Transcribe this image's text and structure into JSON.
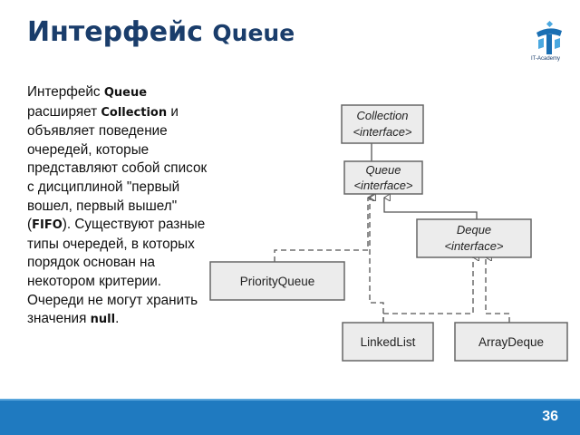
{
  "slide": {
    "title_prefix": "Интерфейс",
    "title_code": "Queue",
    "page_number": "36"
  },
  "logo": {
    "text": "IT-Academy",
    "icon": "it-academy-logo-icon"
  },
  "description": {
    "t1": "Интерфейс ",
    "c1": "Queue",
    "t2": " расширяет ",
    "c2": "Collection",
    "t3": " и объявляет поведение очередей, которые представляют собой список с дисциплиной \"первый вошел, первый вышел\" (",
    "c3": "FIFO",
    "t4": "). Существуют разные типы очередей, в которых порядок основан на некотором критерии. Очереди не могут хранить значения ",
    "c4": "null",
    "t5": "."
  },
  "diagram": {
    "collection": {
      "name": "Collection",
      "stereotype": "<interface>"
    },
    "queue": {
      "name": "Queue",
      "stereotype": "<interface>"
    },
    "deque": {
      "name": "Deque",
      "stereotype": "<interface>"
    },
    "priority_queue": {
      "name": "PriorityQueue"
    },
    "linked_list": {
      "name": "LinkedList"
    },
    "array_deque": {
      "name": "ArrayDeque"
    }
  },
  "colors": {
    "title": "#1a3d6b",
    "footer": "#1f7ac0",
    "box_fill": "#ececec",
    "box_stroke": "#666666"
  }
}
